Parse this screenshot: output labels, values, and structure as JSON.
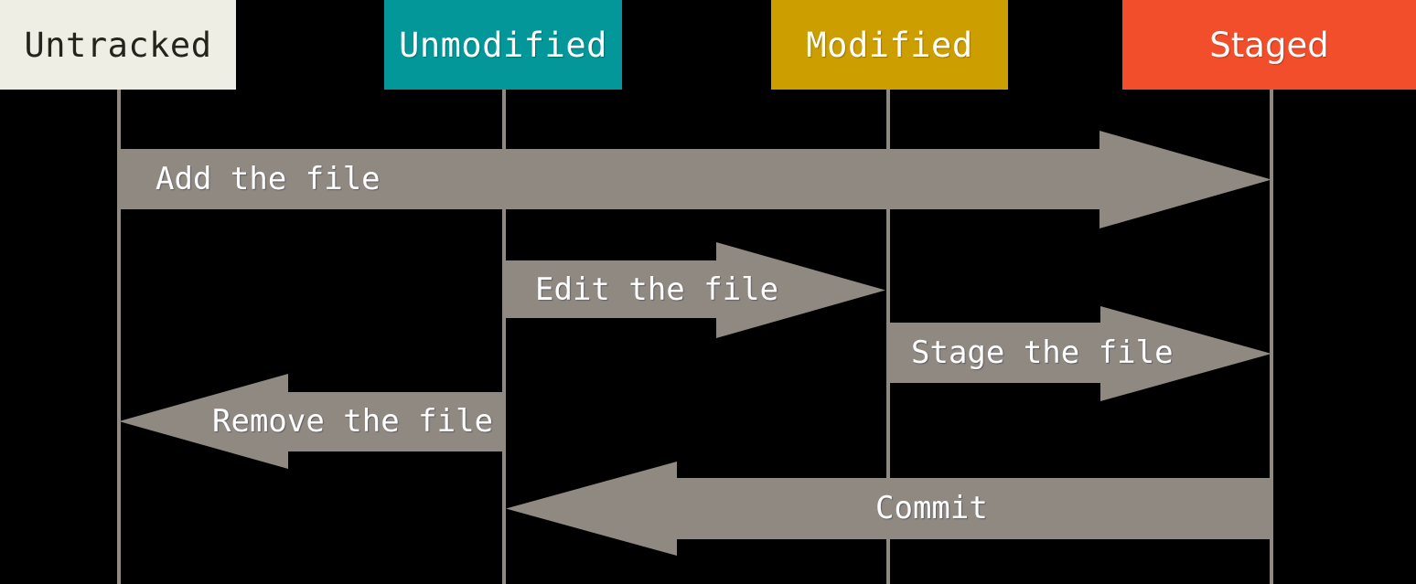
{
  "states": [
    {
      "id": "untracked",
      "label": "Untracked",
      "bg": "#efeee5",
      "text_color": "#26231d"
    },
    {
      "id": "unmodified",
      "label": "Unmodified",
      "bg": "#049799",
      "text_color": "#ffffff"
    },
    {
      "id": "modified",
      "label": "Modified",
      "bg": "#cc9e00",
      "text_color": "#ffffff"
    },
    {
      "id": "staged",
      "label": "Staged",
      "bg": "#f34e2b",
      "text_color": "#ffffff"
    }
  ],
  "transitions": [
    {
      "label": "Add the file",
      "from": "untracked",
      "to": "staged",
      "direction": "right"
    },
    {
      "label": "Edit the file",
      "from": "unmodified",
      "to": "modified",
      "direction": "right"
    },
    {
      "label": "Stage the file",
      "from": "modified",
      "to": "staged",
      "direction": "right"
    },
    {
      "label": "Remove the file",
      "from": "unmodified",
      "to": "untracked",
      "direction": "left"
    },
    {
      "label": "Commit",
      "from": "staged",
      "to": "unmodified",
      "direction": "left"
    }
  ],
  "colors": {
    "background": "#000000",
    "arrow": "#8f8982",
    "lifeline": "#8f8982",
    "arrow_text": "#ffffff"
  }
}
